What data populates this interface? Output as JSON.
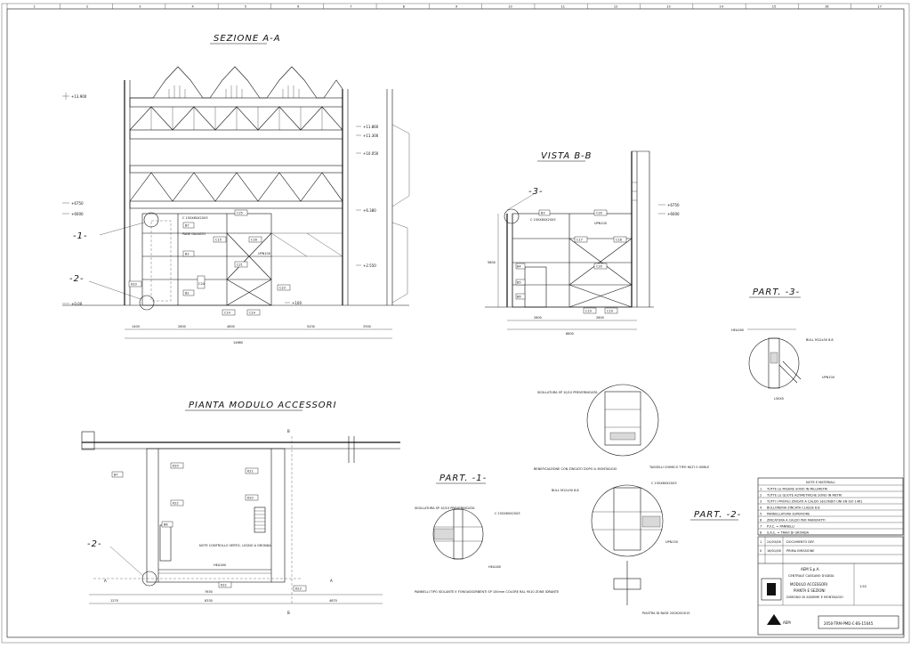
{
  "views": {
    "section_aa": {
      "title": "SEZIONE A-A"
    },
    "view_bb": {
      "title": "VISTA B-B"
    },
    "plan": {
      "title": "PIANTA MODULO ACCESSORI"
    },
    "part1": {
      "title": "PART. -1-"
    },
    "part2": {
      "title": "PART. -2-"
    },
    "part3": {
      "title": "PART. -3-"
    }
  },
  "elevations": {
    "e13900": "+13.900",
    "e11860": "+11.860",
    "e11300": "+11.300",
    "e10050": "+10.050",
    "e6750": "+6750",
    "e6000": "+6000",
    "e6380": "+6.380",
    "e2550": "+2.550",
    "e0": "+0.00",
    "e100": "+100",
    "bb6750": "+6750",
    "bb6000": "+6000"
  },
  "dims_aa": {
    "d1": "1400",
    "d2": "2800",
    "d3": "4800",
    "d4": "5430",
    "d5": "3300",
    "total": "14860"
  },
  "dims_bb": {
    "d1": "2800",
    "d2": "2800",
    "d3": "8800",
    "v1": "5800"
  },
  "labels_aa": {
    "c25": "C25",
    "c16": "C16",
    "c15": "C15",
    "b7": "B7",
    "b1": "B1",
    "c21": "C21",
    "b2": "B2",
    "c24": "C24",
    "c23": "C23",
    "c14a": "C14",
    "c14b": "C14",
    "k33": "K33",
    "upn100": "UPN100",
    "c150": "C 150X80X20X3",
    "pane": "PANE GALVATO"
  },
  "labels_bb": {
    "b3": "B3",
    "c20": "C20",
    "c17": "C17",
    "c18": "C18",
    "b4": "B4",
    "b5": "B5",
    "b6": "B6",
    "c20b": "C20",
    "c19": "C19",
    "c19b": "C19",
    "upn100": "UPN100",
    "c150": "C 150X80X20X3"
  },
  "callouts": {
    "c1": "-1-",
    "c2": "-2-",
    "c3": "-3-",
    "c2b": "-2-"
  },
  "plan_labels": {
    "k20": "K20",
    "k21": "K21",
    "k22": "K22",
    "k20b": "K20",
    "k23": "K23",
    "b7": "B7",
    "b6": "B6",
    "a1": "A",
    "a2": "A",
    "b1": "B",
    "b2": "B",
    "d1": "7630",
    "d2": "8330",
    "d3": "4870",
    "d4": "1270",
    "note": "NOTE CONTROLLO VERTIC. LEGNO A GRONDA",
    "h": "HEA160"
  },
  "part_labels": {
    "p1a": "SIGILLATURA SP 10/10 PREVERNICIATA",
    "p1b": "PANNELLI TIPO ISOLANTE E FONOASSORBENTI SP 100mm COLORE RAL 9010 ZONE IDRANTE",
    "p1c": "C 150X80X20X3",
    "p1d": "HEA180",
    "p2a": "SIGILLATURA SP 10/10 PREVERNICIATA",
    "p2b": "BENEFICIAZIONE CON ZINCATO DOPO IL MONTAGGIO",
    "p2c": "TASSELLI CHIMICO TIPO HILTI O SIMILE",
    "p2d": "BULL M12x30 8.8",
    "p2e": "C 150X80X20X3",
    "p2f": "UPN150",
    "p2g": "PIASTRA DI BASE 200X200X15",
    "p3a": "BULL M12x30 8.8",
    "p3b": "HEA160",
    "p3c": "UPN100",
    "p3d": "L50X5"
  },
  "notes": {
    "title": "NOTE E MATERIALI",
    "rows": [
      "TUTTE LE MISURE SONO IN MILLIMETRI",
      "TUTTE LE QUOTE ALTIMETRICHE SONO IN METRI",
      "TUTTI I PROFILI ZINCATI A CALDO SECONDO UNI EN ISO 1461",
      "BULLONERIA ZINCATA CLASSE 8.8",
      "PANNELLATURA SUPERIORE",
      "ZINCATURA A CALDO PER MANUFATTI",
      "P.V.C. = PANNELLI",
      "S.A.C. = TRAVI DI GRONDA"
    ]
  },
  "title_block": {
    "company": "AEM S.p.A.",
    "project": "CENTRALE CASSANO D'ADDA",
    "module": "MODULO ACCESSORI",
    "drawing": "PIANTA E SEZIONI",
    "desc": "DISEGNO DI ASSIEME E MONTAGGIO",
    "number": "2050-TRM-PMD-C-BS-15045",
    "scale": "1:50",
    "rev1": "1",
    "rev0": "0",
    "date1": "24/03/06",
    "date0": "16/01/06",
    "state1": "DOCUMENTO DEF.",
    "state0": "PRIMA EMISSIONE",
    "logo": "AEM"
  },
  "grid_top": [
    "1",
    "2",
    "3",
    "4",
    "5",
    "6",
    "7",
    "8",
    "9",
    "10",
    "11",
    "12",
    "13",
    "14",
    "15",
    "16",
    "17"
  ]
}
